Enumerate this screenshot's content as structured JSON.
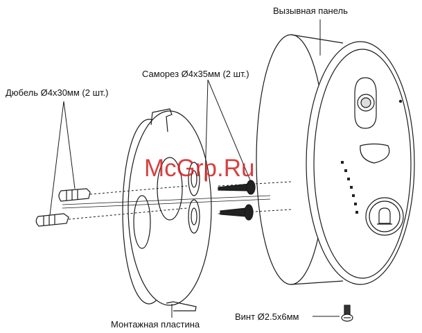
{
  "labels": {
    "call_panel": "Вызывная панель",
    "screw": "Саморез Ø4x35мм (2 шт.)",
    "dowel": "Дюбель Ø4x30мм (2 шт.)",
    "mounting_plate": "Монтажная пластина",
    "bolt": "Винт Ø2.5x6мм"
  },
  "watermark": "McGrp.Ru",
  "colors": {
    "line": "#1a1a1a",
    "watermark": "#d21f1f",
    "background": "#ffffff"
  }
}
